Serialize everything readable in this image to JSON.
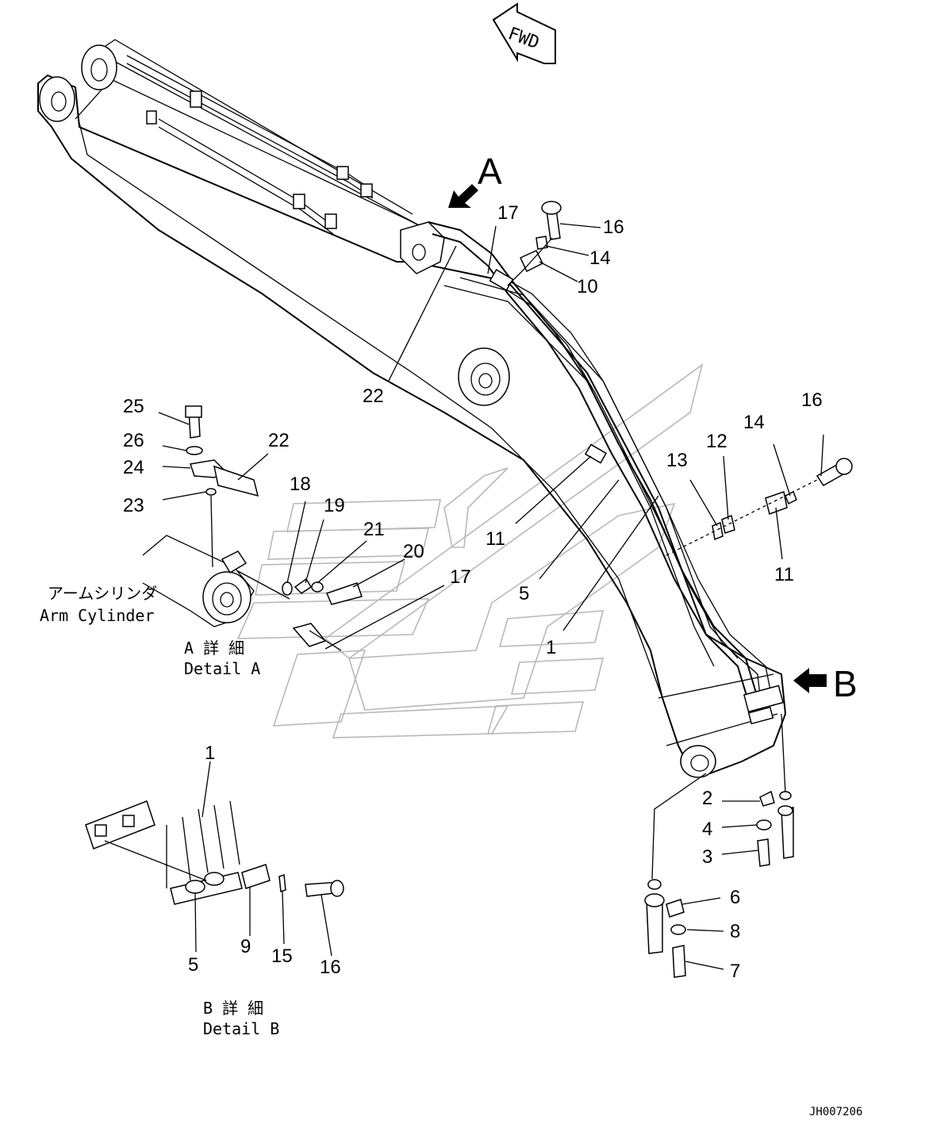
{
  "fwd_label": "FWD",
  "view_markers": {
    "a": "A",
    "b": "B"
  },
  "part_numbers": {
    "n1a": "1",
    "n1b": "1",
    "n2": "2",
    "n3": "3",
    "n4": "4",
    "n5a": "5",
    "n5b": "5",
    "n6": "6",
    "n7": "7",
    "n8": "8",
    "n9": "9",
    "n10": "10",
    "n11a": "11",
    "n11b": "11",
    "n12": "12",
    "n13": "13",
    "n14a": "14",
    "n14b": "14",
    "n15": "15",
    "n16a": "16",
    "n16b": "16",
    "n16c": "16",
    "n17a": "17",
    "n17b": "17",
    "n18": "18",
    "n19": "19",
    "n20": "20",
    "n21": "21",
    "n22a": "22",
    "n22b": "22",
    "n23": "23",
    "n24": "24",
    "n25": "25",
    "n26": "26"
  },
  "arm_cylinder_label": {
    "jp": "アームシリンダ",
    "en": "Arm Cylinder"
  },
  "detail_a": {
    "jp": "A 詳 細",
    "en": "Detail A"
  },
  "detail_b": {
    "jp": "B 詳 細",
    "en": "Detail B"
  },
  "drawing_code": "JH007206"
}
